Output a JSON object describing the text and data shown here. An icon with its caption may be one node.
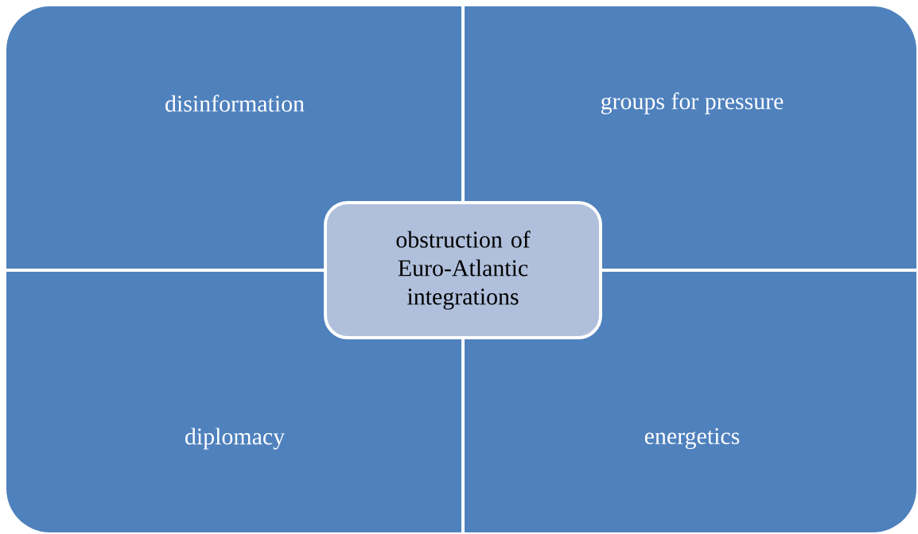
{
  "diagram": {
    "nodes": [
      {
        "text": [
          "disinformation"
        ]
      },
      {
        "text": [
          "groups for pressure"
        ]
      },
      {
        "text": [
          "obstruction of Euro-Atlantic integrations"
        ]
      },
      {
        "text": [
          "diplomacy"
        ]
      },
      {
        "text": [
          "energetics"
        ]
      }
    ]
  }
}
